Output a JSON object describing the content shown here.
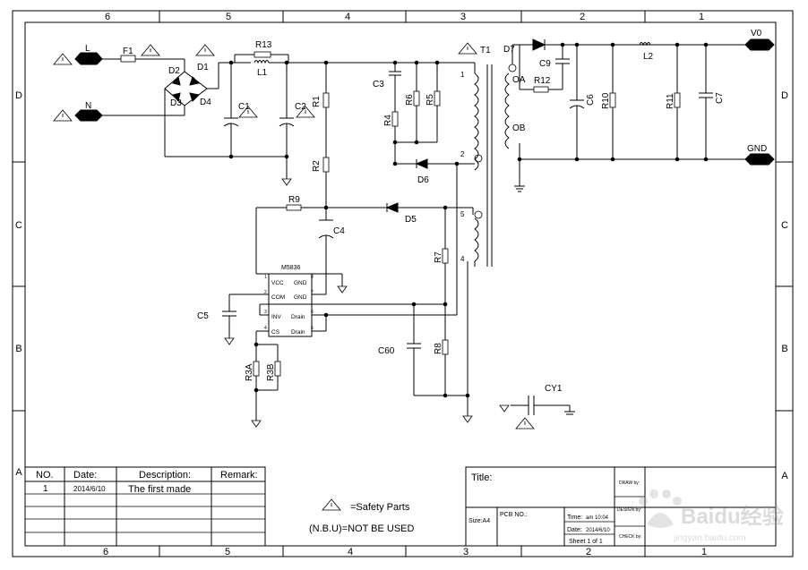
{
  "frame": {
    "top_zones": [
      "6",
      "5",
      "4",
      "3",
      "2",
      "1"
    ],
    "bottom_zones": [
      "6",
      "5",
      "4",
      "3",
      "2",
      "1"
    ],
    "side_zones": [
      "D",
      "C",
      "B",
      "A"
    ]
  },
  "ports": {
    "L": "L",
    "N": "N",
    "V0": "V0",
    "GND": "GND"
  },
  "components": {
    "F1": "F1",
    "R13": "R13",
    "L1": "L1",
    "D1": "D1",
    "D2": "D2",
    "D3": "D3",
    "D4": "D4",
    "C1": "C1",
    "C2": "C2",
    "R1": "R1",
    "R2": "R2",
    "C3": "C3",
    "R4": "R4",
    "R6": "R6",
    "R5": "R5",
    "T1": "T1",
    "D6": "D6",
    "R9": "R9",
    "C4": "C4",
    "D5": "D5",
    "R7": "R7",
    "C5": "C5",
    "R3A": "R3A",
    "R3B": "R3B",
    "C60": "C60",
    "R8": "R8",
    "CY1": "CY1",
    "D7": "D7",
    "C9": "C9",
    "R12": "R12",
    "C6": "C6",
    "R10": "R10",
    "L2": "L2",
    "R11": "R11",
    "C7": "C7"
  },
  "transformer_pins": {
    "p1": "1",
    "p2": "2",
    "p5": "5",
    "p4": "4",
    "OA": "OA",
    "OB": "OB"
  },
  "ic": {
    "name": "M5836",
    "pins": [
      {
        "num": "1",
        "label": "VCC"
      },
      {
        "num": "2",
        "label": "COM"
      },
      {
        "num": "3",
        "label": "INV"
      },
      {
        "num": "4",
        "label": "CS"
      },
      {
        "num": "8",
        "label": "GND"
      },
      {
        "num": "7",
        "label": "GND"
      },
      {
        "num": "6",
        "label": "Drain"
      },
      {
        "num": "5",
        "label": "Drain"
      }
    ]
  },
  "revision_table": {
    "headers": {
      "no": "NO.",
      "date": "Date:",
      "description": "Description:",
      "remark": "Remark:"
    },
    "rows": [
      {
        "no": "1",
        "date": "2014/6/10",
        "description": "The first made",
        "remark": ""
      }
    ]
  },
  "legend": {
    "safety": "=Safety Parts",
    "nbu": "(N.B.U)=NOT BE USED"
  },
  "title_block": {
    "title": "Title:",
    "size": "Size:A4",
    "pcb": "PCB NO.:",
    "time": "Time:",
    "time_value": "am 10:04",
    "date": "Date:",
    "date_value": "2014/6/10",
    "sheet": "Sheet 1 of 1",
    "draw": "DRAW by:",
    "design": "DESIGN by:",
    "check": "CHECK by:"
  },
  "watermark": {
    "brand": "Baidu经验",
    "url": "jingyan.baidu.com"
  }
}
